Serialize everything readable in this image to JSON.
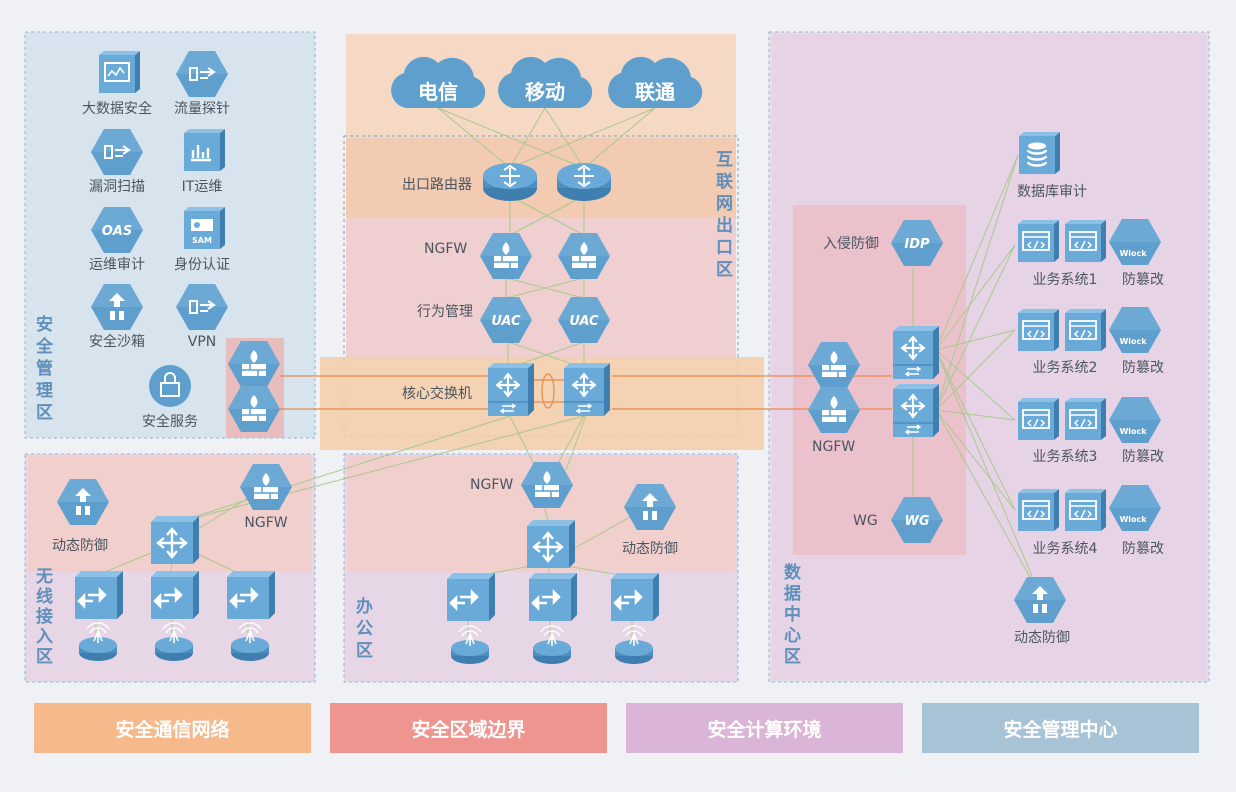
{
  "colors": {
    "mgmt_zone": "#d8e4ed",
    "comm_zone": "#f6d9c4",
    "boundary_zone": "#f2c7c3",
    "compute_zone": "#ead8e8",
    "device": "#5e9fce",
    "link_green": "#a8c98b",
    "link_orange": "#e68a4a",
    "zone_text": "#5f8fbb"
  },
  "zones": {
    "mgmt": "安全管理区",
    "internet_exit": "互联网出口区",
    "wireless": "无线接入区",
    "office": "办公区",
    "datacenter": "数据中心区"
  },
  "isps": [
    "电信",
    "移动",
    "联通"
  ],
  "mgmt_tools": [
    {
      "label": "大数据安全",
      "icon": "monitor-icon"
    },
    {
      "label": "流量探针",
      "icon": "probe-icon"
    },
    {
      "label": "漏洞扫描",
      "icon": "scanner-icon"
    },
    {
      "label": "IT运维",
      "icon": "chart-icon"
    },
    {
      "label": "运维审计",
      "icon": "audit-icon",
      "badge": "OAS"
    },
    {
      "label": "身份认证",
      "icon": "id-card-icon",
      "badge": "SAM"
    },
    {
      "label": "安全沙箱",
      "icon": "sandbox-icon"
    },
    {
      "label": "VPN",
      "icon": "vpn-icon"
    },
    {
      "label": "安全服务",
      "icon": "lock-icon"
    }
  ],
  "labels": {
    "exit_router": "出口路由器",
    "ngfw": "NGFW",
    "behavior_mgmt": "行为管理",
    "core_switch": "核心交换机",
    "dynamic_defense": "动态防御",
    "intrusion_defense": "入侵防御",
    "wg": "WG",
    "db_audit": "数据库审计",
    "anti_tamper": "防篡改"
  },
  "badges": {
    "uac": "UAC",
    "idp": "IDP",
    "wg": "WG",
    "wlock": "Wlock"
  },
  "biz_systems": [
    "业务系统1",
    "业务系统2",
    "业务系统3",
    "业务系统4"
  ],
  "legend": [
    "安全通信网络",
    "安全区域边界",
    "安全计算环境",
    "安全管理中心"
  ],
  "legend_colors": [
    "#f5b98c",
    "#ee9590",
    "#dbb5d8",
    "#a9c3d6"
  ]
}
